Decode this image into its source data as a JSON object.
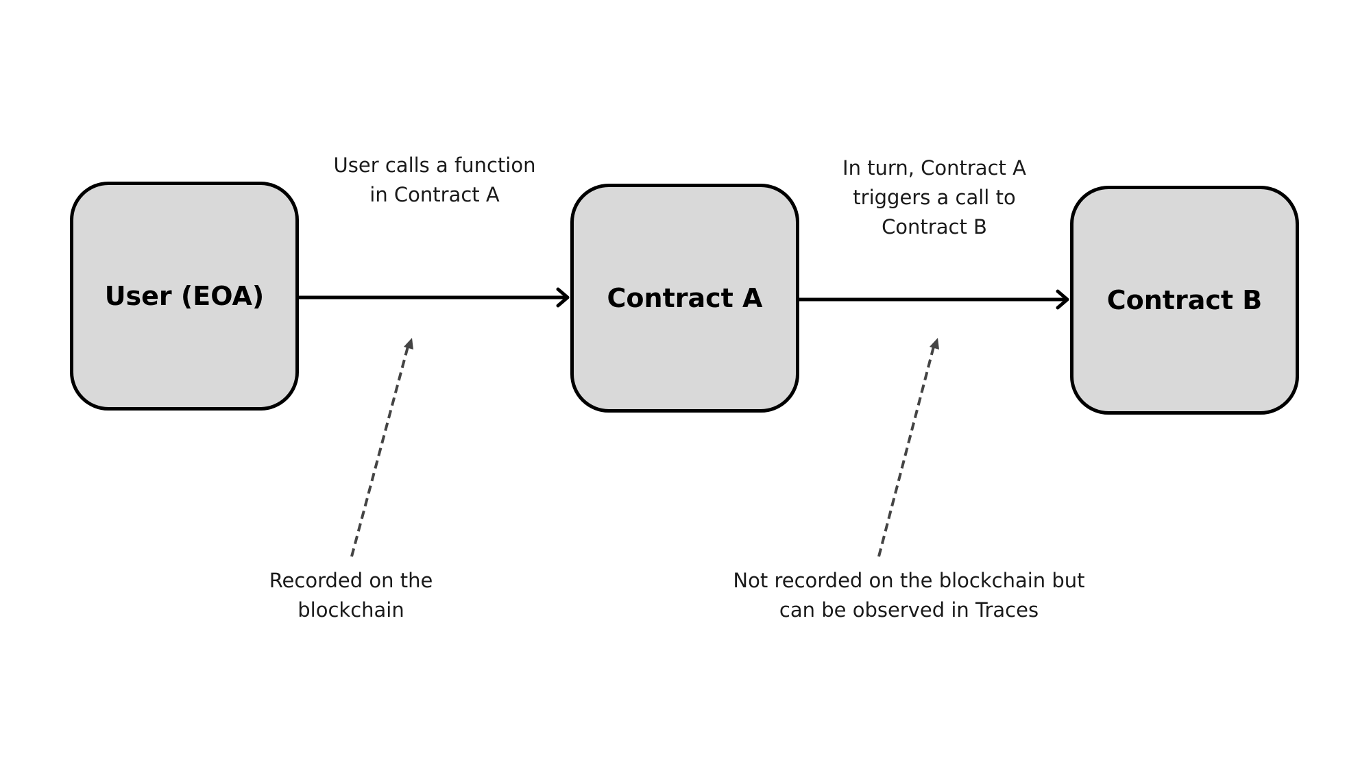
{
  "nodes": {
    "user": {
      "label": "User (EOA)"
    },
    "contract_a": {
      "label": "Contract A"
    },
    "contract_b": {
      "label": "Contract B"
    }
  },
  "edges": [
    {
      "from": "User (EOA)",
      "to": "Contract A",
      "style": "solid"
    },
    {
      "from": "Contract A",
      "to": "Contract B",
      "style": "solid"
    }
  ],
  "captions": {
    "call_a": {
      "line1": "User calls a function",
      "line2": "in Contract A"
    },
    "call_b": {
      "line1": "In turn, Contract A",
      "line2": "triggers a call to",
      "line3": "Contract B"
    },
    "recorded": {
      "line1": "Recorded on the",
      "line2": "blockchain"
    },
    "not_recorded": {
      "line1": "Not recorded on the blockchain but",
      "line2": "can be observed in Traces"
    }
  },
  "colors": {
    "node_fill": "#d9d9d9",
    "node_border": "#000000",
    "arrow": "#000000",
    "pointer_arrow": "#444444"
  }
}
